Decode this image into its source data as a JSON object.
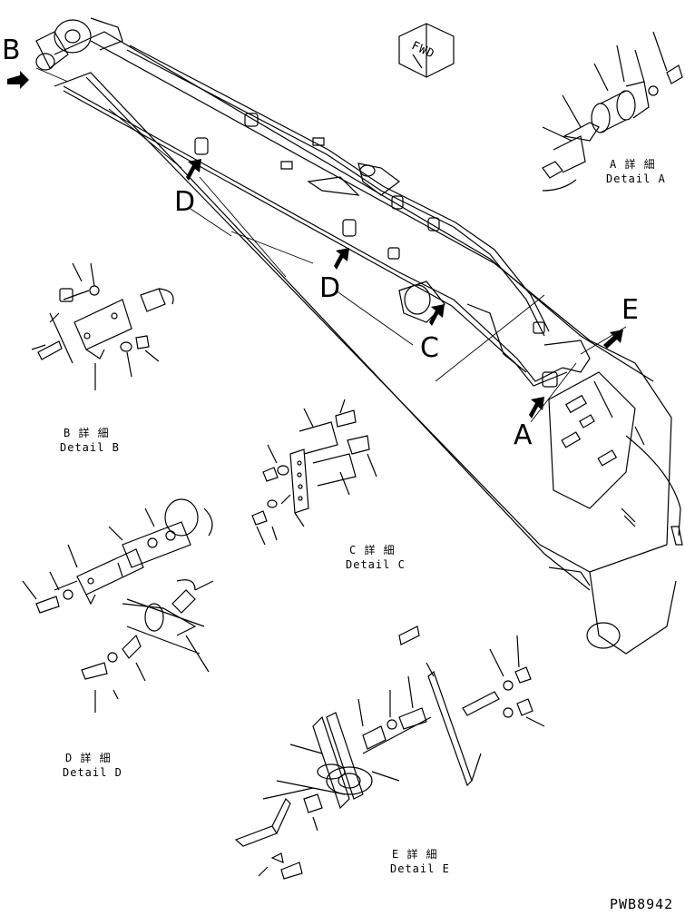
{
  "callouts": {
    "A": "A",
    "B": "B",
    "C": "C",
    "D": "D",
    "E": "E"
  },
  "fwd_label": "FWD",
  "details": {
    "A": {
      "jp": "A 詳 細",
      "en": "Detail A"
    },
    "B": {
      "jp": "B 詳 細",
      "en": "Detail B"
    },
    "C": {
      "jp": "C 詳 細",
      "en": "Detail C"
    },
    "D": {
      "jp": "D 詳 細",
      "en": "Detail D"
    },
    "E": {
      "jp": "E 詳 細",
      "en": "Detail E"
    }
  },
  "drawing_number": "PWB8942"
}
